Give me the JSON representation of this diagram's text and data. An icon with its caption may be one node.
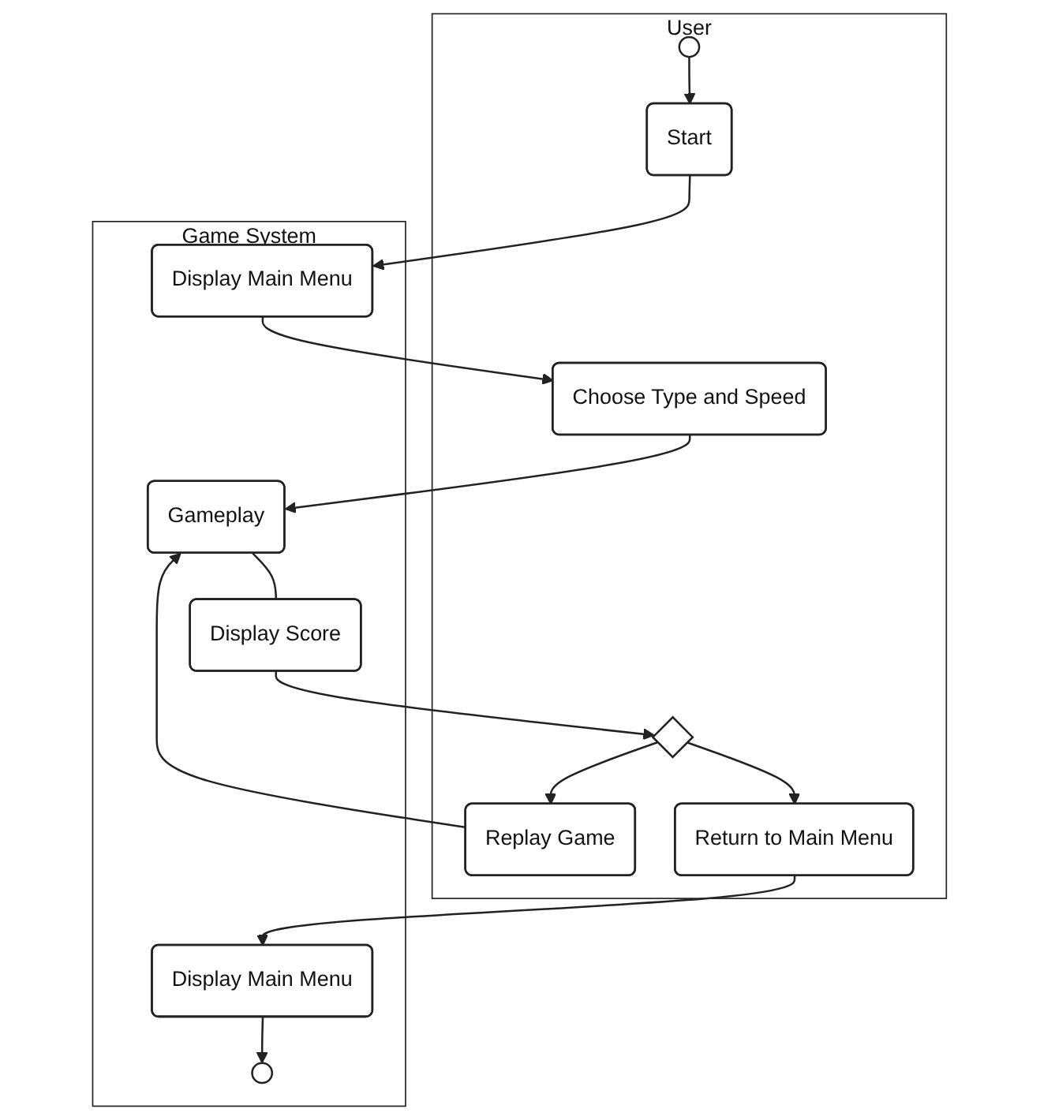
{
  "diagram": {
    "nodes": [
      {
        "text": [
          "User"
        ]
      },
      {
        "text": [
          "Game System"
        ]
      },
      {
        "text": [],
        "shape": "circle",
        "in": 0
      },
      {
        "text": [
          "Start"
        ],
        "in": 0
      },
      {
        "text": [
          "Display Main Menu"
        ],
        "in": 1
      },
      {
        "text": [
          "Choose Type and Speed"
        ],
        "in": 0
      },
      {
        "text": [
          "Gameplay"
        ],
        "in": 1
      },
      {
        "text": [
          "Display Score"
        ],
        "in": 1
      },
      {
        "text": [],
        "shape": "diamond",
        "in": 0
      },
      {
        "text": [
          "Replay Game"
        ],
        "in": 0
      },
      {
        "text": [
          "Return to Main Menu"
        ],
        "in": 0
      },
      {
        "text": [
          "Display Main Menu"
        ],
        "in": 1
      },
      {
        "text": [],
        "shape": "circle",
        "in": 1
      }
    ],
    "edges": [
      {
        "from": 2,
        "to": 3,
        "arrow": "to"
      },
      {
        "from": 3,
        "to": 4,
        "arrow": "to"
      },
      {
        "from": 4,
        "to": 5,
        "arrow": "to"
      },
      {
        "from": 5,
        "to": 6,
        "arrow": "to"
      },
      {
        "from": 6,
        "to": 7,
        "arrow": "none"
      },
      {
        "from": 7,
        "to": 8,
        "arrow": "to"
      },
      {
        "from": 8,
        "to": 9,
        "arrow": "to"
      },
      {
        "from": 9,
        "to": 6,
        "arrow": "to"
      },
      {
        "from": 8,
        "to": 10,
        "arrow": "to"
      },
      {
        "from": 10,
        "to": 11,
        "arrow": "to"
      },
      {
        "from": 11,
        "to": 12,
        "arrow": "to"
      }
    ]
  }
}
